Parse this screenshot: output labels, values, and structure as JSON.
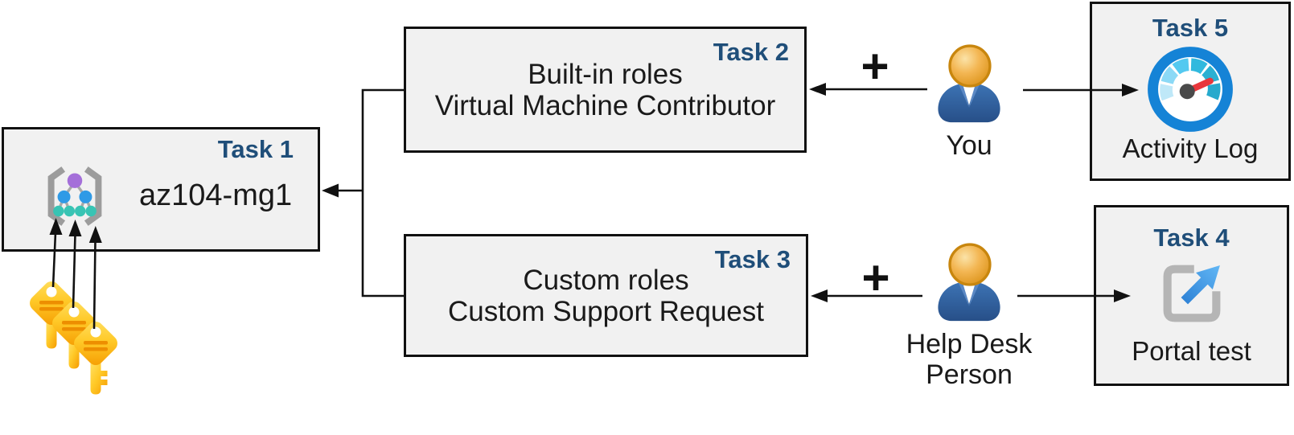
{
  "boxes": {
    "task1": {
      "tag": "Task 1",
      "name": "az104-mg1"
    },
    "task2": {
      "tag": "Task 2",
      "lines": [
        "Built-in roles",
        "Virtual Machine Contributor"
      ]
    },
    "task3": {
      "tag": "Task 3",
      "lines": [
        "Custom roles",
        "Custom Support Request"
      ]
    },
    "task4": {
      "tag": "Task 4",
      "caption": "Portal test"
    },
    "task5": {
      "tag": "Task 5",
      "caption": "Activity Log"
    }
  },
  "actors": {
    "you": {
      "label": "You"
    },
    "help_desk": {
      "label_line1": "Help Desk",
      "label_line2": "Person"
    }
  },
  "operators": {
    "plus_top": "+",
    "plus_bottom": "+"
  },
  "icons": {
    "task1": "management-group-icon",
    "task1_attachments": "three-keys-icon",
    "actors": "person-icon",
    "task5": "gauge-activity-log-icon",
    "task4": "launch-portal-icon"
  },
  "colors": {
    "box_fill": "#f1f1f1",
    "box_border": "#111111",
    "task_tag_navy": "#1f4e79",
    "body_text": "#1a1a1a",
    "connector_black": "#111111",
    "key_gold_light": "#ffe063",
    "key_gold_dark": "#f59b00",
    "key_stripe_orange": "#ed8e00",
    "person_body_blue": "#2f5f9e",
    "person_head_orange": "#f0a93c",
    "gauge_ring_blue": "#1583d6",
    "gauge_teal": "#2ab0d2",
    "gauge_needle_red": "#e8373c",
    "portal_bracket_gray": "#b5b5b5",
    "portal_arrow_blue": "#3f9bea",
    "mg_bracket_gray": "#9c9c9c",
    "mg_node_purple": "#a46fd9",
    "mg_node_blue": "#2f9ae6",
    "mg_node_teal": "#38c4b4"
  }
}
